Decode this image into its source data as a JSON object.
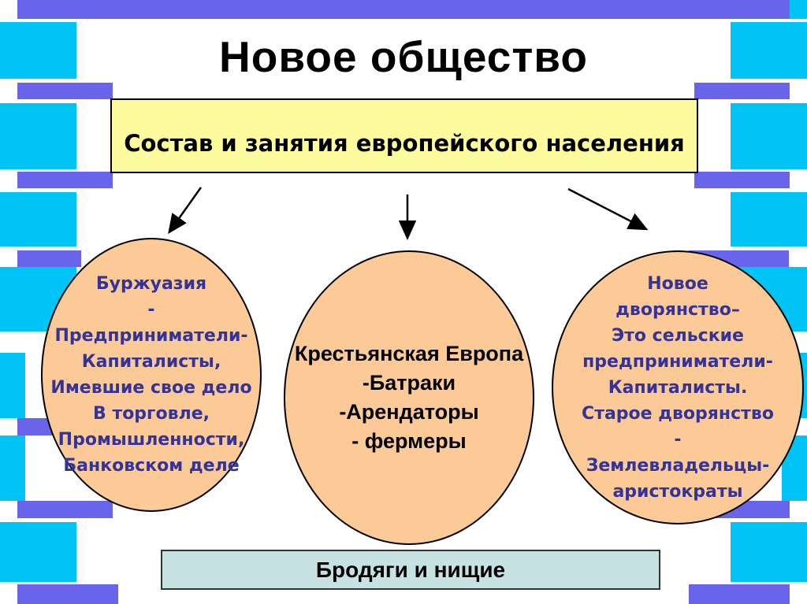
{
  "slide": {
    "title": "Новое общество",
    "subtitle_box": {
      "text": "Состав и занятия европейского населения"
    },
    "ellipses": [
      {
        "id": "bourgeoisie",
        "text_color": "#333399",
        "lines": [
          "Буржуазия",
          "-",
          "Предприниматели-",
          "Капиталисты,",
          "Имевшие свое дело",
          "В торговле,",
          "Промышленности,",
          "Банковском деле"
        ]
      },
      {
        "id": "peasant-europe",
        "text_color": "#000000",
        "lines": [
          "Крестьянская Европа",
          "-Батраки",
          "-Арендаторы",
          "- фермеры"
        ]
      },
      {
        "id": "nobility",
        "text_color": "#333399",
        "lines": [
          "Новое",
          "дворянство–",
          "Это сельские",
          "предприниматели-",
          "Капиталисты.",
          "Старое дворянство",
          "-",
          "Землевладельцы-",
          "аристократы"
        ]
      }
    ],
    "bottom_box": {
      "text": "Бродяги и нищие"
    },
    "colors": {
      "accent_cyan": "#00C4F5",
      "accent_purple": "#6964EA",
      "subtitle_bg": "#FBFB9E",
      "ellipse_fill": "#FCCA96",
      "bottom_box_bg": "#C7E2E2",
      "text_blue": "#333399"
    }
  }
}
